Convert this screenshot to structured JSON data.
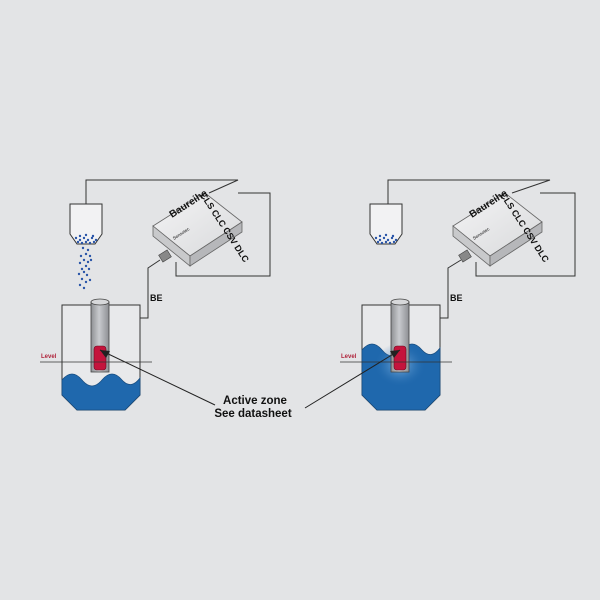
{
  "labels": {
    "be": "BE",
    "level": "Level",
    "series": "Baureihe",
    "series_codes": "CLS CLC CSV DLC",
    "brand": "Sensotec",
    "active_zone_line1": "Active zone",
    "active_zone_line2": "See datasheet"
  },
  "colors": {
    "background": "#e3e4e6",
    "liquid": "#1f68ad",
    "liquid_light": "#7fb3e3",
    "sensor_active": "#c4143c",
    "level_label": "#b0243c",
    "granules": "#2a55a8",
    "wire": "#333333"
  },
  "scenes": [
    {
      "id": "left",
      "state": "sensor-above-liquid"
    },
    {
      "id": "right",
      "state": "sensor-immersed"
    }
  ]
}
